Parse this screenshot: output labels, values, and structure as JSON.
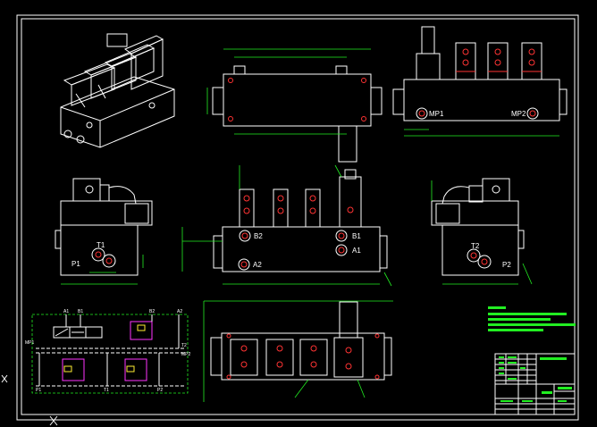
{
  "colors": {
    "background": "#000000",
    "outline": "#ffffff",
    "dimension": "#22ee22",
    "port": "#ff3333",
    "valve_symbol": "#ff33ff"
  },
  "drawing": {
    "side_view": {
      "ports": [
        "MP1",
        "MP2"
      ]
    },
    "left_view": {
      "ports": [
        "T1",
        "P1"
      ]
    },
    "front_view": {
      "ports": [
        "B2",
        "A2",
        "B1",
        "A1"
      ]
    },
    "right_view": {
      "ports": [
        "T2",
        "P2"
      ]
    },
    "schematic": {
      "top_labels": [
        "A1",
        "B1",
        "B2",
        "A2"
      ],
      "side_labels": [
        "MP1",
        "T2",
        "MP2"
      ],
      "bottom_labels": [
        "P1",
        "T1",
        "P2"
      ]
    }
  }
}
